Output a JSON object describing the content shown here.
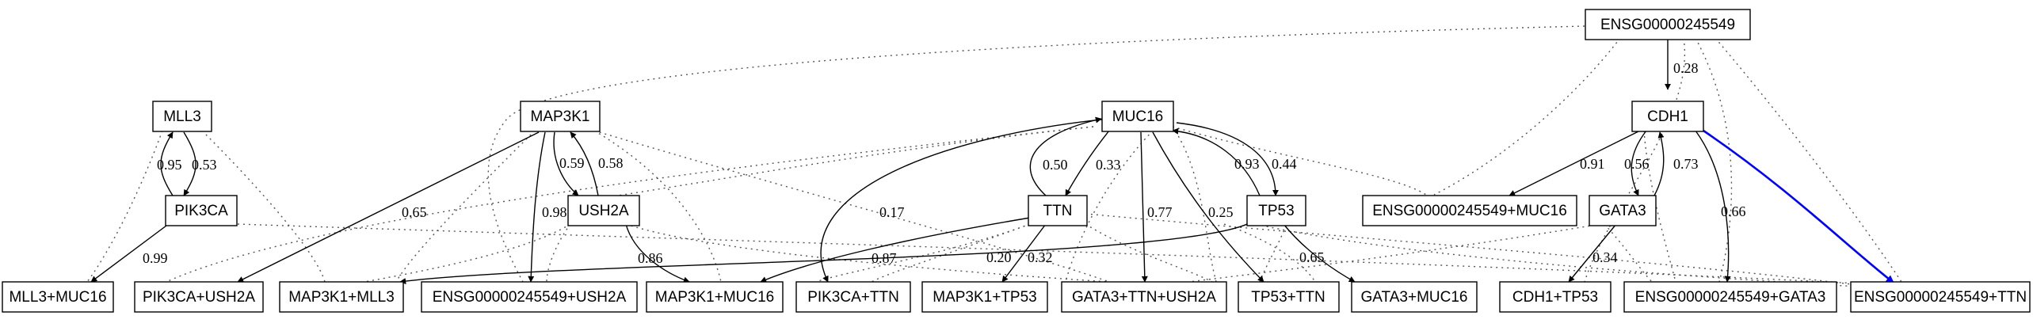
{
  "graph": {
    "nodes": [
      {
        "id": "ENSG00000245549",
        "label": "ENSG00000245549"
      },
      {
        "id": "CDH1",
        "label": "CDH1"
      },
      {
        "id": "MLL3",
        "label": "MLL3"
      },
      {
        "id": "MAP3K1",
        "label": "MAP3K1"
      },
      {
        "id": "MUC16",
        "label": "MUC16"
      },
      {
        "id": "PIK3CA",
        "label": "PIK3CA"
      },
      {
        "id": "USH2A",
        "label": "USH2A"
      },
      {
        "id": "TTN",
        "label": "TTN"
      },
      {
        "id": "TP53",
        "label": "TP53"
      },
      {
        "id": "ENSG_MUC16",
        "label": "ENSG00000245549+MUC16"
      },
      {
        "id": "GATA3",
        "label": "GATA3"
      },
      {
        "id": "MLL3_MUC16",
        "label": "MLL3+MUC16"
      },
      {
        "id": "PIK3CA_USH2A",
        "label": "PIK3CA+USH2A"
      },
      {
        "id": "MAP3K1_MLL3",
        "label": "MAP3K1+MLL3"
      },
      {
        "id": "ENSG_USH2A",
        "label": "ENSG00000245549+USH2A"
      },
      {
        "id": "MAP3K1_MUC16",
        "label": "MAP3K1+MUC16"
      },
      {
        "id": "PIK3CA_TTN",
        "label": "PIK3CA+TTN"
      },
      {
        "id": "MAP3K1_TP53",
        "label": "MAP3K1+TP53"
      },
      {
        "id": "GATA3_TTN_USH2A",
        "label": "GATA3+TTN+USH2A"
      },
      {
        "id": "TP53_TTN",
        "label": "TP53+TTN"
      },
      {
        "id": "GATA3_MUC16",
        "label": "GATA3+MUC16"
      },
      {
        "id": "CDH1_TP53",
        "label": "CDH1+TP53"
      },
      {
        "id": "ENSG_GATA3",
        "label": "ENSG00000245549+GATA3"
      },
      {
        "id": "ENSG_TTN",
        "label": "ENSG00000245549+TTN"
      }
    ],
    "edge_labels": [
      {
        "id": "ENSG-CDH1",
        "text": "0.28"
      },
      {
        "id": "PIK3CA-MLL3",
        "text": "0.95"
      },
      {
        "id": "MLL3-PIK3CA",
        "text": "0.53"
      },
      {
        "id": "MAP3K1-USH2A",
        "text": "0.59"
      },
      {
        "id": "USH2A-MAP3K1",
        "text": "0.58"
      },
      {
        "id": "TTN-MUC16",
        "text": "0.50"
      },
      {
        "id": "MUC16-TTN",
        "text": "0.33"
      },
      {
        "id": "TP53-MUC16",
        "text": "0.93"
      },
      {
        "id": "MUC16-TP53",
        "text": "0.44"
      },
      {
        "id": "CDH1-ENSG_MUC16",
        "text": "0.91"
      },
      {
        "id": "CDH1-GATA3",
        "text": "0.56"
      },
      {
        "id": "GATA3-CDH1",
        "text": "0.73"
      },
      {
        "id": "MAP3K1-PIK3CA_USH2A",
        "text": "0.65"
      },
      {
        "id": "MUC16-PIK3CA_TTN",
        "text": "0.17"
      },
      {
        "id": "MAP3K1-ENSG_USH2A",
        "text": "0.98"
      },
      {
        "id": "MUC16-GATA3_TTN_USH2A",
        "text": "0.77"
      },
      {
        "id": "MUC16-TP53_TTN",
        "text": "0.25"
      },
      {
        "id": "CDH1-ENSG_GATA3",
        "text": "0.66"
      },
      {
        "id": "PIK3CA-MLL3_MUC16",
        "text": "0.99"
      },
      {
        "id": "USH2A-MAP3K1_MUC16",
        "text": "0.86"
      },
      {
        "id": "TTN-MAP3K1_MUC16",
        "text": "0.87"
      },
      {
        "id": "TP53-MAP3K1_MLL3",
        "text": "0.20"
      },
      {
        "id": "TTN-MAP3K1_TP53",
        "text": "0.32"
      },
      {
        "id": "TP53-GATA3_MUC16",
        "text": "0.65"
      },
      {
        "id": "GATA3-CDH1_TP53",
        "text": "0.34"
      }
    ]
  },
  "colors": {
    "highlight_edge": "#0000ff",
    "box_stroke": "#000000",
    "dotted_edge": "#555555"
  }
}
